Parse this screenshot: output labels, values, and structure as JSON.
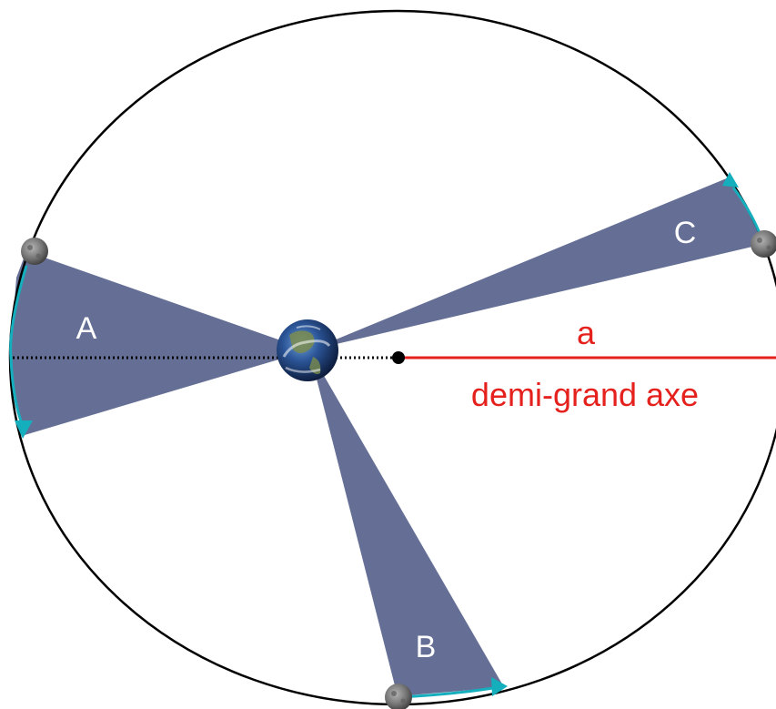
{
  "sectors": {
    "a": {
      "label": "A"
    },
    "b": {
      "label": "B"
    },
    "c": {
      "label": "C"
    }
  },
  "semi_major_axis": {
    "symbol": "a",
    "caption": "demi-grand axe"
  },
  "colors": {
    "orbit": "#000000",
    "sector_fill": "#656f95",
    "arc_highlight": "#14aebd",
    "axis_line": "#e5211d",
    "label_on_sector": "#ffffff",
    "axis_text": "#e5211d",
    "moon": "#6b6b6b",
    "earth_ocean": "#1d3a6e",
    "earth_land": "#7a8c4e"
  }
}
